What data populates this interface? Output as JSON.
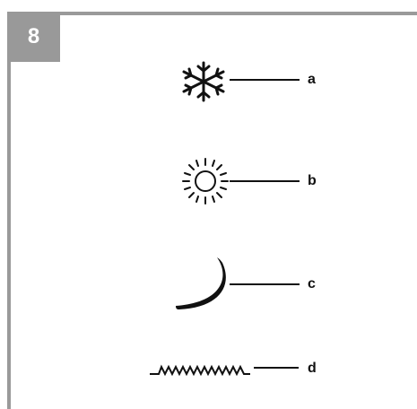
{
  "figure": {
    "number": "8",
    "items": [
      {
        "icon": "snowflake-icon",
        "letter": "a"
      },
      {
        "icon": "sun-icon",
        "letter": "b"
      },
      {
        "icon": "crescent-moon-icon",
        "letter": "c"
      },
      {
        "icon": "zigzag-wire-icon",
        "letter": "d"
      }
    ]
  }
}
